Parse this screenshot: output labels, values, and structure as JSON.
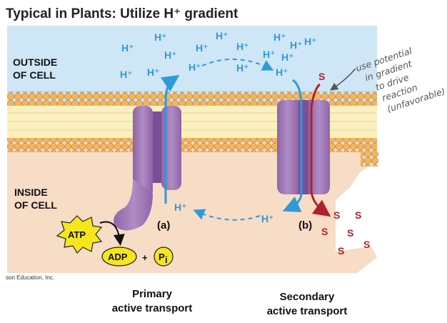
{
  "title": "Typical in Plants: Utilize H⁺ gradient",
  "regions": {
    "outside_line1": "OUTSIDE",
    "outside_line2": "OF CELL",
    "inside_line1": "INSIDE",
    "inside_line2": "OF CELL"
  },
  "ions": {
    "proton": "H⁺",
    "solute": "S"
  },
  "labels": {
    "pump_a": "(a)",
    "pump_b": "(b)",
    "atp": "ATP",
    "adp": "ADP",
    "plus": "+",
    "pi": "P",
    "pi_sub": "i"
  },
  "captions": {
    "primary_line1": "Primary",
    "primary_line2": "active transport",
    "secondary_line1": "Secondary",
    "secondary_line2": "active transport"
  },
  "credit": "son Education, Inc.",
  "annotation": {
    "lines": [
      "use potential",
      "in gradient",
      "to drive",
      "reaction",
      "(unfavorable)"
    ]
  },
  "colors": {
    "outside": "#cfe6f6",
    "inside": "#f7dcc6",
    "lipid_head": "#f2b65e",
    "lipid_tail": "#faf0c0",
    "protein": "#a47db8",
    "proton": "#2e9bd8",
    "solute": "#b3202a",
    "atp": "#f7e51e"
  }
}
